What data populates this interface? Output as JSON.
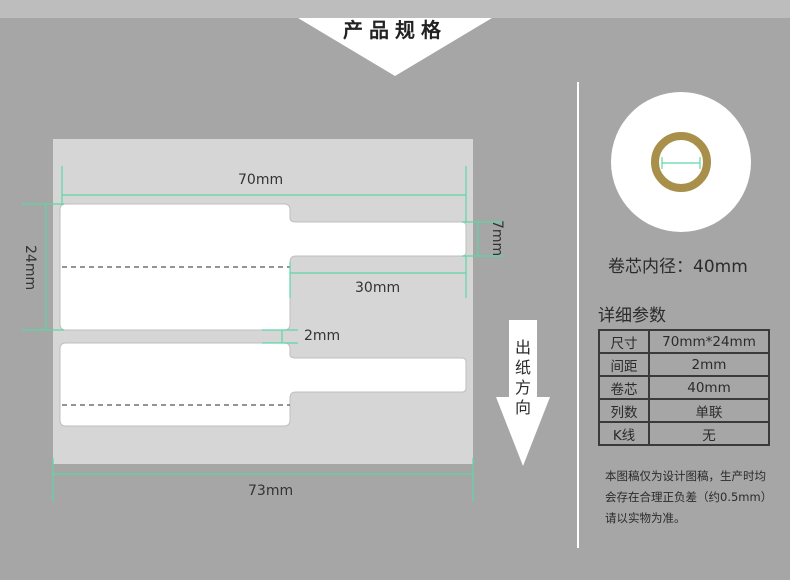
{
  "header": {
    "title": "产品规格"
  },
  "dimensions": {
    "width": "70mm",
    "height": "24mm",
    "tail_height": "7mm",
    "tail_length": "30mm",
    "gap": "2mm",
    "liner_width": "73mm"
  },
  "feed_direction": "出纸方向",
  "roll": {
    "caption": "卷芯内径：40mm"
  },
  "params": {
    "title": "详细参数",
    "rows": [
      {
        "key": "尺寸",
        "value": "70mm*24mm"
      },
      {
        "key": "间距",
        "value": "2mm"
      },
      {
        "key": "卷芯",
        "value": "40mm"
      },
      {
        "key": "列数",
        "value": "单联"
      },
      {
        "key": "K线",
        "value": "无"
      }
    ]
  },
  "note": "本图稿仅为设计图稿，生产时均会存在合理正负差（约0.5mm）请以实物为准。",
  "colors": {
    "background": "#a6a6a6",
    "liner": "#d6d6d6",
    "label": "#ffffff",
    "dimension_line": "#5fd6a6",
    "core": "#a8904a"
  }
}
